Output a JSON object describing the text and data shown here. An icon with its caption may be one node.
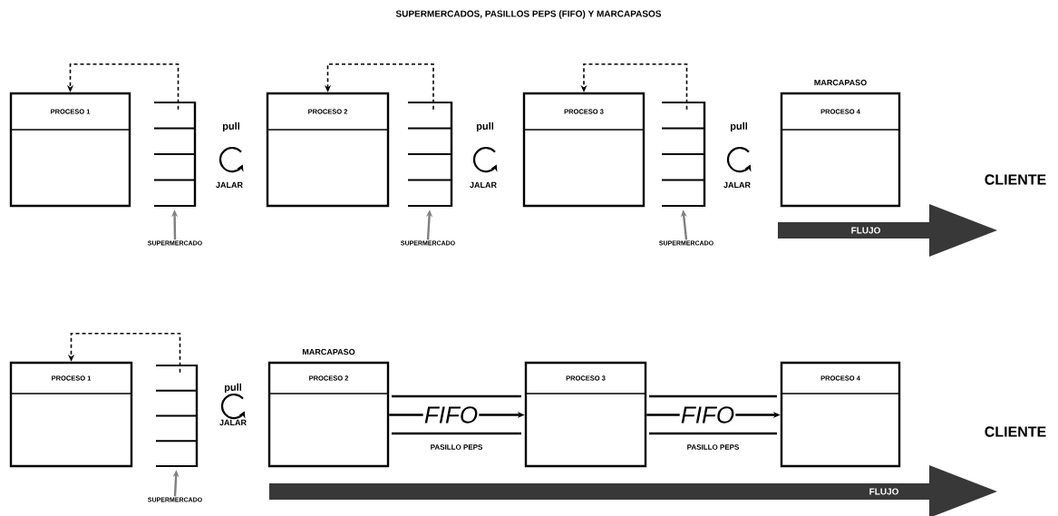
{
  "diagram": {
    "title": "SUPERMERCADOS, PASILLOS PEPS (FIFO) Y MARCAPASOS",
    "nodes": [
      {
        "text": [
          "PROCESO 1"
        ]
      },
      {
        "text": [],
        "shape": "box"
      },
      {
        "text": [
          "SUPERMERCADO"
        ]
      },
      {
        "text": [
          "PROCESO 2"
        ]
      },
      {
        "text": [],
        "shape": "box"
      },
      {
        "text": [
          "SUPERMERCADO"
        ]
      },
      {
        "text": [
          "PROCESO 3"
        ]
      },
      {
        "text": [],
        "shape": "box"
      },
      {
        "text": [
          "SUPERMERCADO"
        ]
      },
      {
        "text": [
          "MARCAPASO",
          "PROCESO 4"
        ]
      },
      {
        "text": [
          "FLUJO"
        ]
      },
      {
        "text": [
          "PROCESO 1"
        ]
      },
      {
        "text": [],
        "shape": "box"
      },
      {
        "text": [
          "SUPERMERCADO"
        ]
      },
      {
        "text": [
          "MARCAPASO",
          "PROCESO 2"
        ]
      },
      {
        "text": [
          "FIFO"
        ],
        "beside": [
          "PASILLO PEPS"
        ]
      },
      {
        "text": [
          "PROCESO 3"
        ]
      },
      {
        "text": [
          "FIFO"
        ],
        "beside": [
          "PASILLO PEPS"
        ]
      },
      {
        "text": [
          "PROCESO 4"
        ]
      },
      {
        "text": [
          "FLUJO"
        ]
      }
    ],
    "edges": [
      {
        "from": 1,
        "to": 0,
        "arrow": "to",
        "style": "dashed"
      },
      {
        "from": 2,
        "to": 1,
        "arrow": "to",
        "color": "#808080"
      },
      {
        "from": 4,
        "to": 3,
        "arrow": "to",
        "style": "dashed"
      },
      {
        "from": 5,
        "to": 4,
        "arrow": "to",
        "color": "#808080"
      },
      {
        "from": 7,
        "to": 6,
        "arrow": "to",
        "style": "dashed"
      },
      {
        "from": 8,
        "to": 7,
        "arrow": "to",
        "color": "#808080"
      },
      {
        "from": 12,
        "to": 11,
        "arrow": "to",
        "style": "dashed"
      },
      {
        "from": 13,
        "to": 12,
        "arrow": "to",
        "color": "#808080"
      },
      {
        "from": 14,
        "to": 15,
        "arrow": "none"
      },
      {
        "from": 15,
        "to": 16,
        "arrow": "to"
      },
      {
        "from": 16,
        "to": 17,
        "arrow": "none"
      },
      {
        "from": 17,
        "to": 18,
        "arrow": "to"
      }
    ],
    "labels": [
      "pull",
      "JALAR",
      "pull",
      "JALAR",
      "pull",
      "JALAR",
      "CLIENTE",
      "pull",
      "JALAR",
      "CLIENTE"
    ]
  }
}
